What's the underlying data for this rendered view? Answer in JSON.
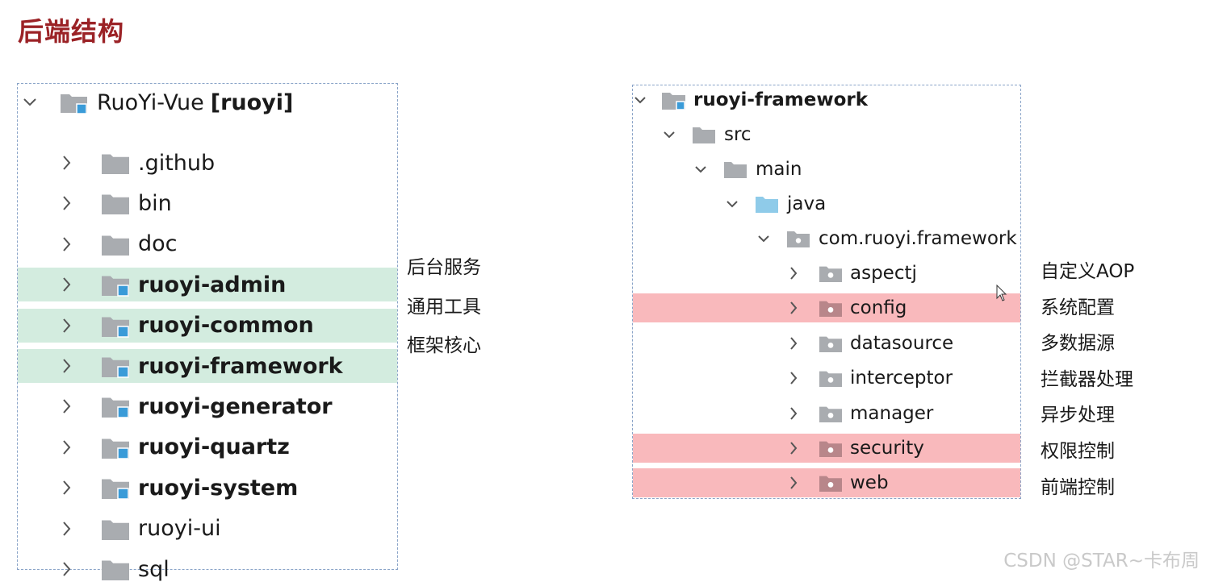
{
  "title": "后端结构",
  "left_tree": {
    "root": {
      "name": "RuoYi-Vue",
      "tag": "[ruoyi]"
    },
    "items": [
      {
        "label": ".github",
        "bold": false,
        "module": false,
        "highlight": "none"
      },
      {
        "label": "bin",
        "bold": false,
        "module": false,
        "highlight": "none"
      },
      {
        "label": "doc",
        "bold": false,
        "module": false,
        "highlight": "none"
      },
      {
        "label": "ruoyi-admin",
        "bold": true,
        "module": true,
        "highlight": "green"
      },
      {
        "label": "ruoyi-common",
        "bold": true,
        "module": true,
        "highlight": "green"
      },
      {
        "label": "ruoyi-framework",
        "bold": true,
        "module": true,
        "highlight": "green"
      },
      {
        "label": "ruoyi-generator",
        "bold": true,
        "module": true,
        "highlight": "none"
      },
      {
        "label": "ruoyi-quartz",
        "bold": true,
        "module": true,
        "highlight": "none"
      },
      {
        "label": "ruoyi-system",
        "bold": true,
        "module": true,
        "highlight": "none"
      },
      {
        "label": "ruoyi-ui",
        "bold": false,
        "module": false,
        "highlight": "none"
      },
      {
        "label": "sql",
        "bold": false,
        "module": false,
        "highlight": "none"
      }
    ],
    "notes": [
      "后台服务",
      "通用工具",
      "框架核心"
    ]
  },
  "right_tree": {
    "root": "ruoyi-framework",
    "path": [
      "src",
      "main",
      "java",
      "com.ruoyi.framework"
    ],
    "packages": [
      {
        "label": "aspectj",
        "note": "自定义AOP",
        "highlight": "none"
      },
      {
        "label": "config",
        "note": "系统配置",
        "highlight": "red"
      },
      {
        "label": "datasource",
        "note": "多数据源",
        "highlight": "none"
      },
      {
        "label": "interceptor",
        "note": "拦截器处理",
        "highlight": "none"
      },
      {
        "label": "manager",
        "note": "异步处理",
        "highlight": "none"
      },
      {
        "label": "security",
        "note": "权限控制",
        "highlight": "red"
      },
      {
        "label": "web",
        "note": "前端控制",
        "highlight": "red"
      }
    ]
  },
  "watermark": "CSDN @STAR~卡布周",
  "colors": {
    "title": "#9b2226",
    "highlight_green": "#d3ecdf",
    "highlight_red": "#f9b9bc",
    "folder_gray": "#a9acb0",
    "module_badge": "#3a9bd8",
    "java_folder": "#8fcbe9",
    "panel_border": "#8aa4c8"
  },
  "icons": {
    "expanded": "chevron-down-icon",
    "collapsed": "chevron-right-icon",
    "folder": "folder-icon",
    "module": "module-folder-icon",
    "package": "package-folder-icon",
    "source_root": "source-folder-icon"
  }
}
